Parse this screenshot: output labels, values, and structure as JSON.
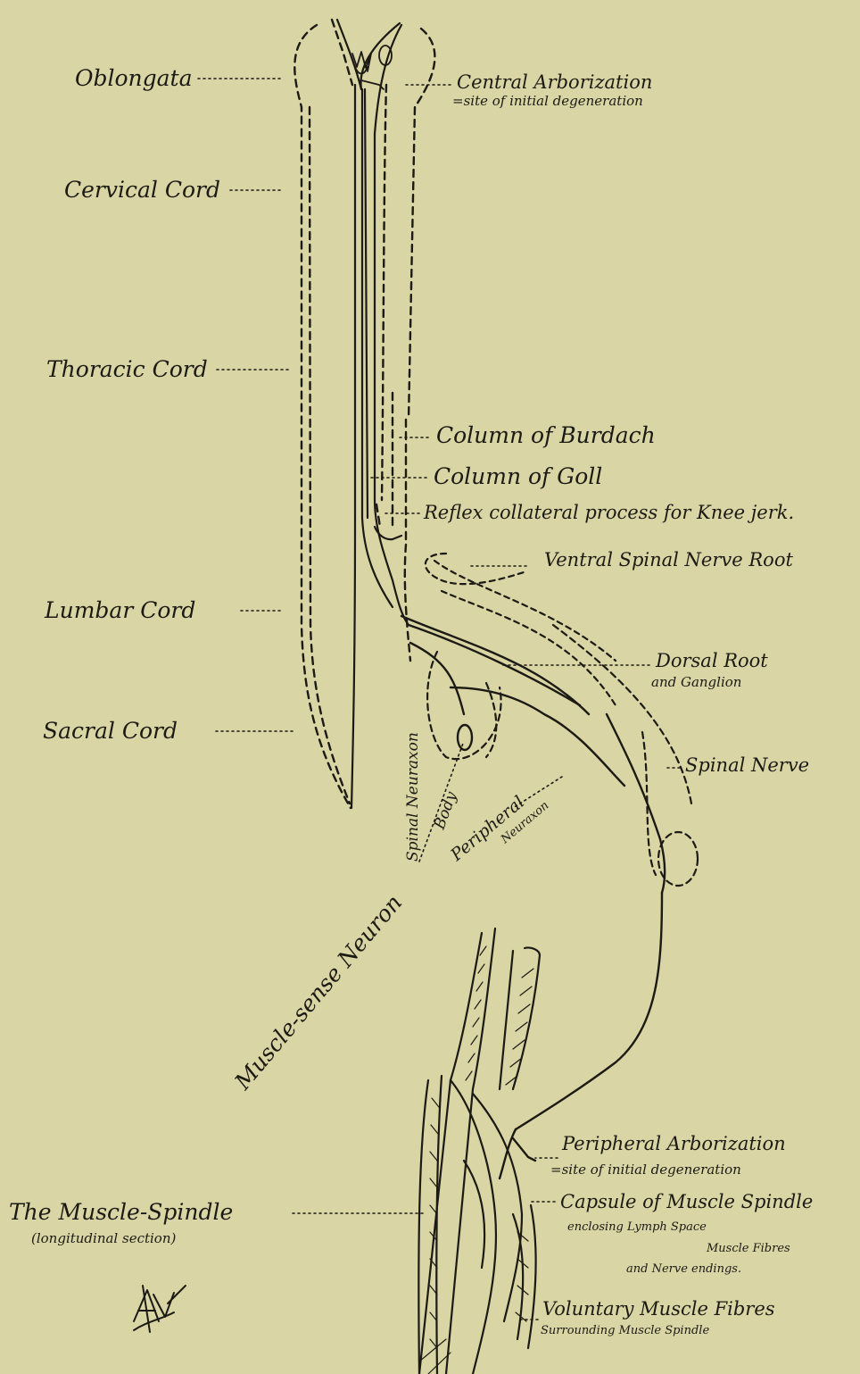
{
  "labels": {
    "oblongata": "Oblongata",
    "cervical": "Cervical Cord",
    "thoracic": "Thoracic Cord",
    "lumbar": "Lumbar Cord",
    "sacral": "Sacral Cord",
    "central_arbor_1": "Central Arborization",
    "central_arbor_2": "=site of initial degeneration",
    "burdach": "Column of Burdach",
    "goll": "Column of Goll",
    "reflex": "Reflex collateral process for Knee jerk.",
    "ventral_root": "Ventral Spinal Nerve Root",
    "dorsal_root_1": "Dorsal Root",
    "dorsal_root_2": "and Ganglion",
    "spinal_nerve": "Spinal Nerve",
    "spinal_neuraxon": "Spinal Neuraxon",
    "body": "Body",
    "peripheral_neuraxon_1": "Peripheral",
    "peripheral_neuraxon_2": "Neuraxon",
    "muscle_sense_neuron": "Muscle-sense Neuron",
    "peripheral_arbor_1": "Peripheral Arborization",
    "peripheral_arbor_2": "=site of initial degeneration",
    "capsule_1": "Capsule of Muscle Spindle",
    "capsule_2": "enclosing  Lymph Space",
    "capsule_3": "Muscle Fibres",
    "capsule_4": "and Nerve endings.",
    "voluntary_1": "Voluntary Muscle Fibres",
    "voluntary_2": "Surrounding Muscle Spindle",
    "muscle_spindle_1": "The Muscle-Spindle",
    "muscle_spindle_2": "(longitudinal section)"
  },
  "colors": {
    "paper": "#d9d5a4",
    "ink": "#1c1a14"
  },
  "icons": {
    "monogram": "artist-monogram-icon"
  }
}
